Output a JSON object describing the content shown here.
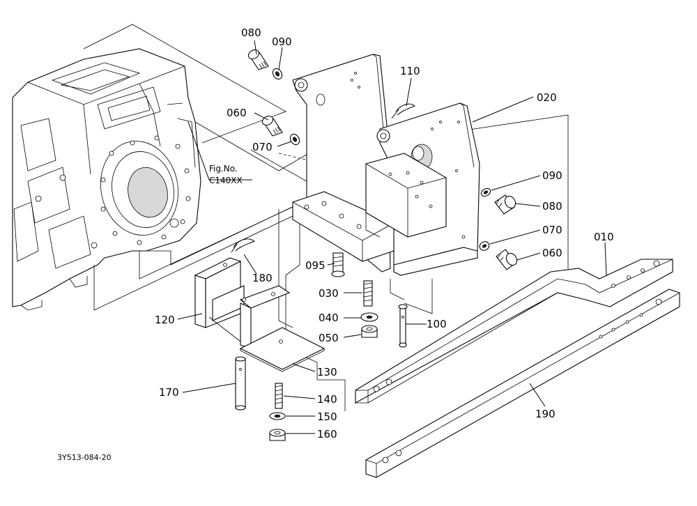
{
  "fig_ref": {
    "line1": "Fig.No.",
    "line2": "C140XX"
  },
  "drawing_id": "3Y513-084-20",
  "callouts": {
    "p010": "010",
    "p020": "020",
    "p030": "030",
    "p040": "040",
    "p050": "050",
    "p060a": "060",
    "p060b": "060",
    "p070a": "070",
    "p070b": "070",
    "p080a": "080",
    "p080b": "080",
    "p090a": "090",
    "p090b": "090",
    "p095": "095",
    "p100": "100",
    "p110": "110",
    "p120": "120",
    "p130": "130",
    "p140": "140",
    "p150": "150",
    "p160": "160",
    "p170": "170",
    "p180": "180",
    "p190": "190"
  }
}
